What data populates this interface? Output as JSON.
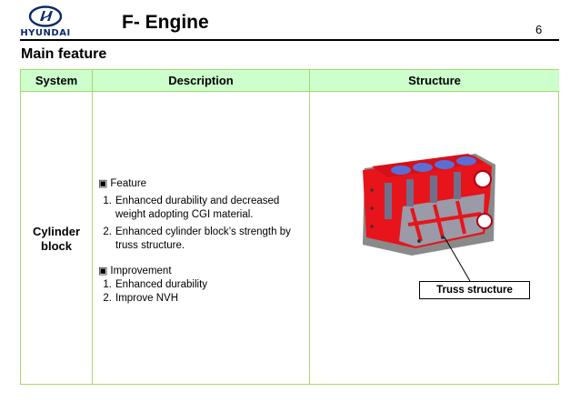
{
  "brand": {
    "logo_text": "HYUNDAI"
  },
  "header": {
    "title": "F- Engine",
    "page_number": "6"
  },
  "section": {
    "heading": "Main feature"
  },
  "table": {
    "columns": [
      "System",
      "Description",
      "Structure"
    ],
    "row": {
      "system": "Cylinder block",
      "feature_heading": "Feature",
      "feature_items": [
        "Enhanced durability and decreased weight adopting CGI material.",
        "Enhanced cylinder block’s strength by truss structure."
      ],
      "improvement_heading": "Improvement",
      "improvement_items": [
        "Enhanced durability",
        "Improve NVH"
      ],
      "structure_callout": "Truss structure"
    }
  },
  "colors": {
    "header_fill": "#ccffcc",
    "border": "#a6d96a",
    "brand_blue": "#0a2a6b",
    "engine_red": "#e8141b"
  },
  "icons": {
    "bullet": "square-bullet-icon",
    "engine": "cylinder-block-illustration"
  }
}
